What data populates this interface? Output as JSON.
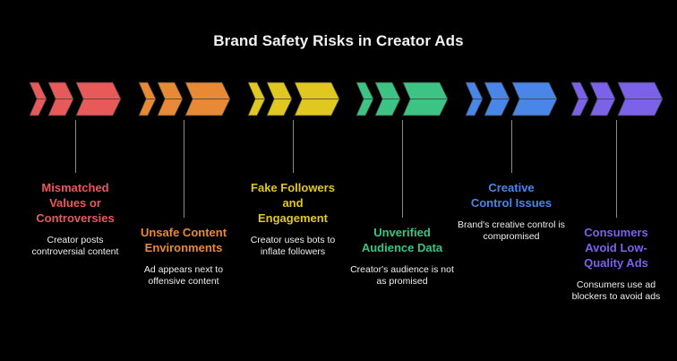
{
  "title": "Brand Safety Risks in Creator Ads",
  "steps": [
    {
      "title": "Mismatched Values or Controversies",
      "title_lines": [
        "Mismatched",
        "Values or",
        "Controversies"
      ],
      "description": "Creator posts controversial content",
      "color": "#E85A5A",
      "icon": "triple-chevron-icon"
    },
    {
      "title": "Unsafe Content Environments",
      "title_lines": [
        "Unsafe Content",
        "Environments"
      ],
      "description": "Ad appears next to offensive content",
      "color": "#E88A35",
      "icon": "triple-chevron-icon"
    },
    {
      "title": "Fake Followers and Engagement",
      "title_lines": [
        "Fake Followers",
        "and",
        "Engagement"
      ],
      "description": "Creator uses bots to inflate followers",
      "color": "#E0C820",
      "icon": "triple-chevron-icon"
    },
    {
      "title": "Unverified Audience Data",
      "title_lines": [
        "Unverified",
        "Audience Data"
      ],
      "description": "Creator's audience is not as promised",
      "color": "#3DC484",
      "icon": "triple-chevron-icon"
    },
    {
      "title": "Creative Control Issues",
      "title_lines": [
        "Creative",
        "Control Issues"
      ],
      "description": "Brand's creative control is compromised",
      "color": "#4A86E8",
      "icon": "triple-chevron-icon"
    },
    {
      "title": "Consumers Avoid Low-Quality Ads",
      "title_lines": [
        "Consumers",
        "Avoid Low-",
        "Quality Ads"
      ],
      "description": "Consumers use ad blockers to avoid ads",
      "color": "#7B62E8",
      "icon": "triple-chevron-icon"
    }
  ],
  "colors": {
    "background": "#000000",
    "connector": "#8a8a8a",
    "title": "#f2f2f2",
    "description": "#f0f0f0"
  }
}
